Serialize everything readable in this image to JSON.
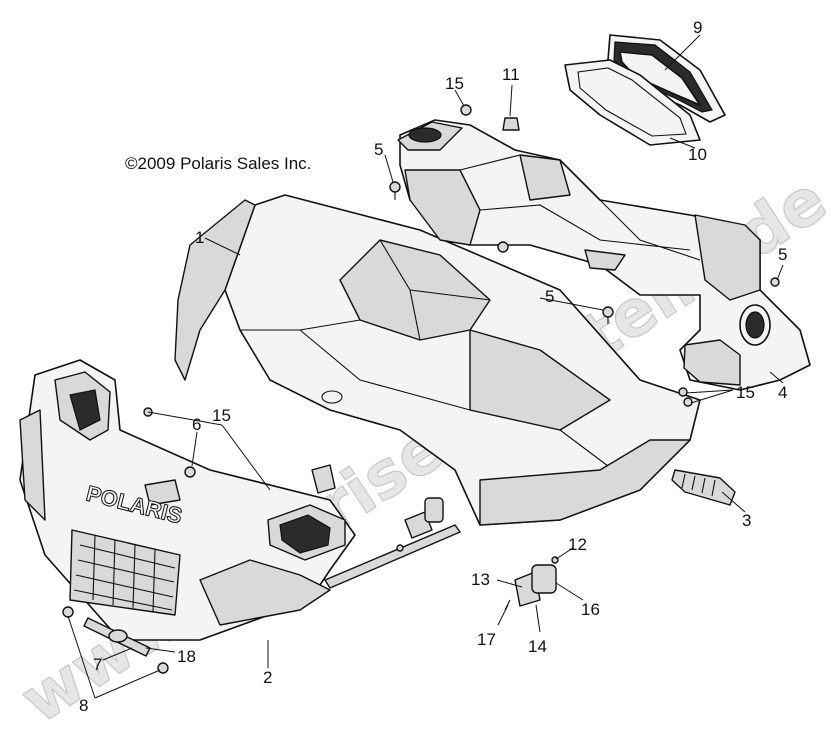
{
  "copyright": "©2009 Polaris Sales Inc.",
  "watermark": "www.polarisersatzteile.de",
  "brand_on_part": "POLARIS",
  "callouts": [
    {
      "id": "c1",
      "label": "1"
    },
    {
      "id": "c2",
      "label": "2"
    },
    {
      "id": "c3",
      "label": "3"
    },
    {
      "id": "c4",
      "label": "4"
    },
    {
      "id": "c5a",
      "label": "5"
    },
    {
      "id": "c5b",
      "label": "5"
    },
    {
      "id": "c5c",
      "label": "5"
    },
    {
      "id": "c6",
      "label": "6"
    },
    {
      "id": "c7",
      "label": "7"
    },
    {
      "id": "c8",
      "label": "8"
    },
    {
      "id": "c9",
      "label": "9"
    },
    {
      "id": "c10",
      "label": "10"
    },
    {
      "id": "c11",
      "label": "11"
    },
    {
      "id": "c12",
      "label": "12"
    },
    {
      "id": "c13",
      "label": "13"
    },
    {
      "id": "c14",
      "label": "14"
    },
    {
      "id": "c15a",
      "label": "15"
    },
    {
      "id": "c15b",
      "label": "15"
    },
    {
      "id": "c15c",
      "label": "15"
    },
    {
      "id": "c16",
      "label": "16"
    },
    {
      "id": "c17",
      "label": "17"
    },
    {
      "id": "c18",
      "label": "18"
    }
  ]
}
